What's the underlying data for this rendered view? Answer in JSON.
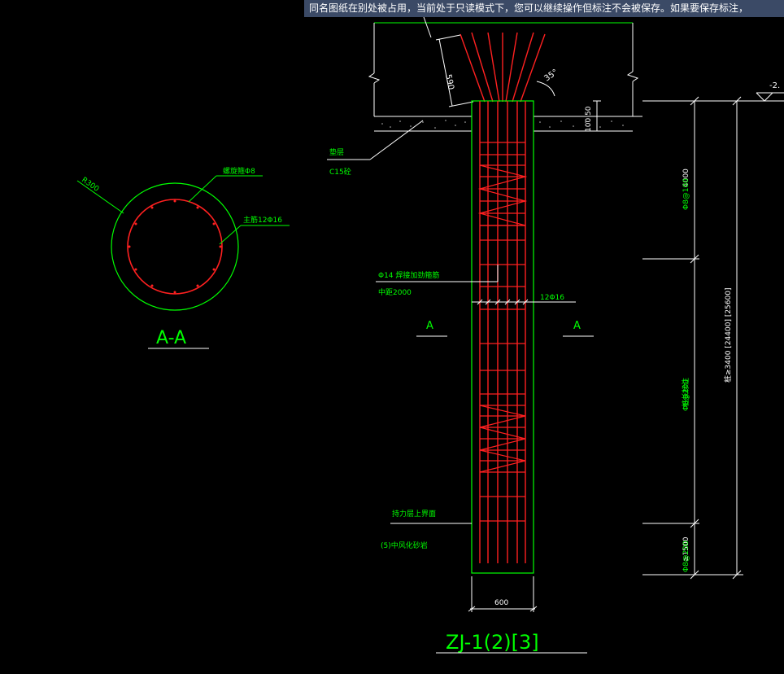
{
  "notice": "同名图纸在别处被占用，当前处于只读模式下，您可以继续操作但标注不会被保存。如果要保存标注，",
  "colors": {
    "background": "#000000",
    "green": "#00ff00",
    "red": "#ff2020",
    "white": "#ffffff",
    "notice_bg": "#3b4a66"
  },
  "section_view": {
    "radius_label": "R300",
    "spiral_label": "螺旋箍Φ8",
    "main_bar_label": "主筋12Φ16",
    "title": "A-A"
  },
  "elevation": {
    "top_dim_590": "590",
    "angle_label": "35°",
    "elevation_mark": "-2.",
    "dim_50": "50",
    "dim_100": "100",
    "cushion_label": "垫层",
    "cushion_material": "C15砼",
    "stirrup_label": "Φ14 焊接加劲箍筋",
    "stirrup_spacing": "中距2000",
    "main_bars": "12Φ16",
    "section_mark_left": "A",
    "section_mark_right": "A",
    "bearing_layer_top": "持力层上界面",
    "soil_layer": "(5)中风化砂岩",
    "width_dim": "600",
    "title": "ZJ-1(2)[3]"
  },
  "right_dims": {
    "dim_4000": "4000",
    "spacing_top": "Φ8@100",
    "spacing_mid": "Φ8@200",
    "bearing_note": "桩长标注",
    "total_length": "桩≥3400 [24400] [25600]",
    "dim_1500": "≥1500",
    "spacing_bottom": "Φ8@200"
  }
}
